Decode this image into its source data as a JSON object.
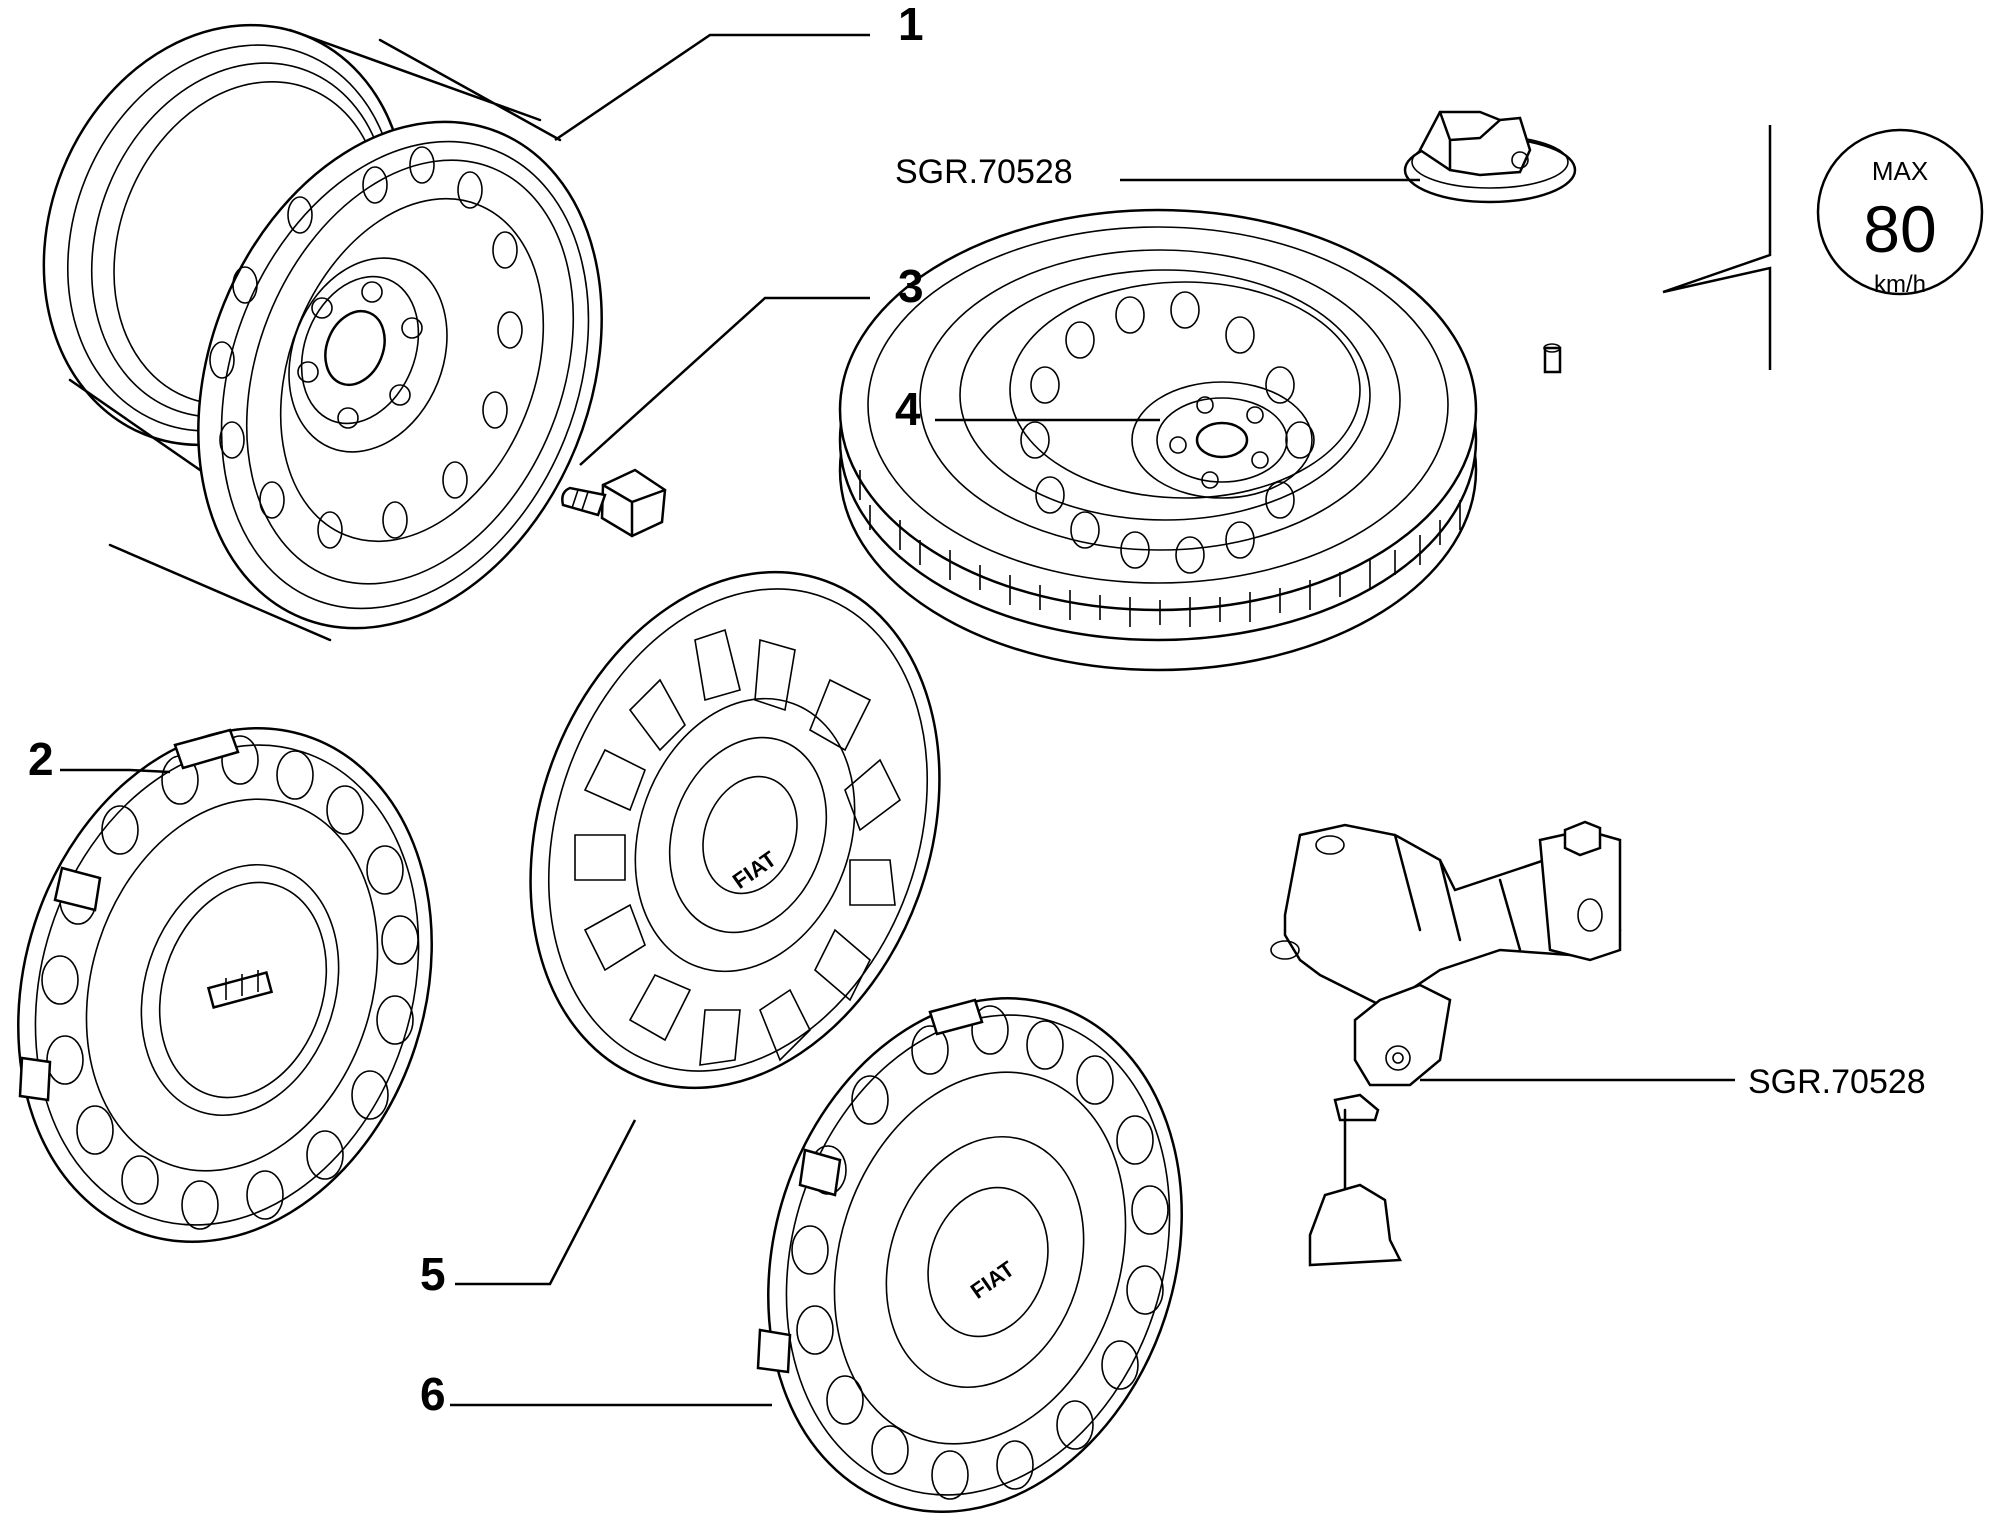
{
  "callouts": [
    {
      "id": "1",
      "text": "1"
    },
    {
      "id": "2",
      "text": "2"
    },
    {
      "id": "3",
      "text": "3"
    },
    {
      "id": "4",
      "text": "4"
    },
    {
      "id": "5",
      "text": "5"
    },
    {
      "id": "6",
      "text": "6"
    }
  ],
  "references": {
    "tool_top": "SGR.70528",
    "bracket": "SGR.70528"
  },
  "speed_sign": {
    "top": "MAX",
    "value": "80",
    "unit": "km/h"
  },
  "hubcap_logo": "FIAT"
}
